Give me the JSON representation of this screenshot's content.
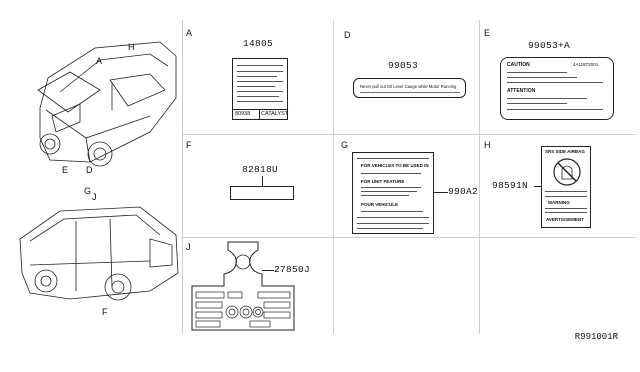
{
  "vehicle_callouts": {
    "top": [
      "A",
      "H",
      "E",
      "D"
    ],
    "bottom": [
      "G",
      "J",
      "F"
    ]
  },
  "panels": [
    {
      "id": "A",
      "part": "14805",
      "text": [
        "80938",
        "CATALYST"
      ]
    },
    {
      "id": "D",
      "part": "99053",
      "text": [
        "Never pull out Oil Level Gauge while Motor Running"
      ]
    },
    {
      "id": "E",
      "part": "99053+A",
      "text": [
        "CAUTION",
        "4A11872001",
        "ATTENTION"
      ]
    },
    {
      "id": "F",
      "part": "82818U",
      "text": []
    },
    {
      "id": "G",
      "part": "990A2",
      "text": [
        "FOR VEHICLES TO BE USED IN",
        "FOR UNIT FEATURE",
        "POUR VEHICULE"
      ]
    },
    {
      "id": "H",
      "part": "98591N",
      "text": [
        "SRS SIDE AIRBAG",
        "WARNING",
        "AVERTISSEMENT"
      ]
    },
    {
      "id": "J",
      "part": "27850J",
      "text": []
    }
  ],
  "reference_code": "R991001R"
}
